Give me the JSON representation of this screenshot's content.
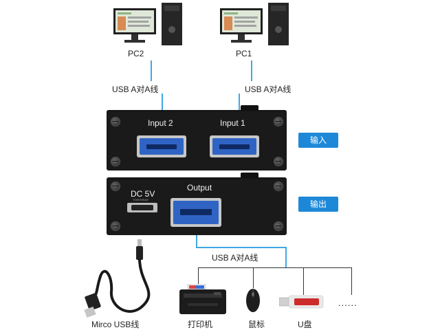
{
  "computers": {
    "pc2_label": "PC2",
    "pc1_label": "PC1"
  },
  "cables": {
    "pc2_cable_label": "USB A对A线",
    "pc1_cable_label": "USB A对A线",
    "output_cable_label": "USB A对A线"
  },
  "input_box": {
    "input2_label": "Input 2",
    "input1_label": "Input 1",
    "badge_label": "输入"
  },
  "output_box": {
    "dc_label": "DC 5V",
    "output_label": "Output",
    "micro_port_label": "TOKENSUM",
    "badge_label": "输出"
  },
  "devices": {
    "micro_cable_label": "Mirco USB线",
    "printer_label": "打印机",
    "mouse_label": "鼠标",
    "udisk_label": "U盘",
    "more_label": "......"
  },
  "colors": {
    "accent": "#1e88d8",
    "cable_line": "#3ea7e6",
    "port_blue": "#2f64c4",
    "box": "#1a1a1a"
  }
}
